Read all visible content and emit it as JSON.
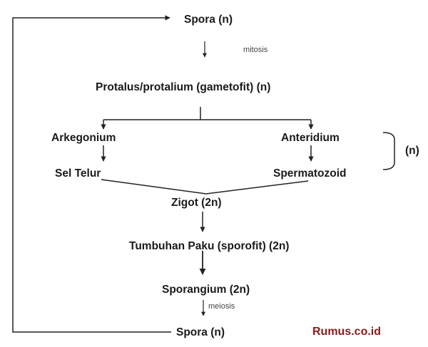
{
  "diagram": {
    "nodes": {
      "spora_top": "Spora (n)",
      "protalus": "Protalus/protalium (gametofit)  (n)",
      "arkegonium": "Arkegonium",
      "anteridium": "Anteridium",
      "sel_telur": "Sel Telur",
      "spermatozoid": "Spermatozoid",
      "zigot": "Zigot (2n)",
      "tumbuhan_paku": "Tumbuhan Paku (sporofit) (2n)",
      "sporangium": "Sporangium (2n)",
      "spora_bottom": "Spora (n)"
    },
    "annotations": {
      "mitosis": "mitosis",
      "meiosis": "meiosis",
      "bracket_label": "(n)"
    }
  },
  "watermark": {
    "text": "Rumus.co.id",
    "color": "#8b1a1a"
  },
  "colors": {
    "text": "#1a1a1a",
    "line": "#222222"
  }
}
